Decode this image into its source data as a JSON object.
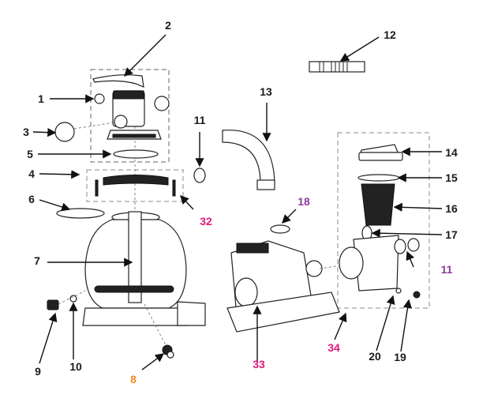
{
  "title": "Sand filter pump exploded parts diagram",
  "colors": {
    "standard_label": "#1a1a1a",
    "assembly_label": "#e0197d",
    "optional_label": "#8e3a9d",
    "highlight_label": "#f28c1e"
  },
  "labels": [
    {
      "id": "p1",
      "text": "1",
      "color": "#1a1a1a"
    },
    {
      "id": "p2",
      "text": "2",
      "color": "#1a1a1a"
    },
    {
      "id": "p3",
      "text": "3",
      "color": "#1a1a1a"
    },
    {
      "id": "p4",
      "text": "4",
      "color": "#1a1a1a"
    },
    {
      "id": "p5",
      "text": "5",
      "color": "#1a1a1a"
    },
    {
      "id": "p6",
      "text": "6",
      "color": "#1a1a1a"
    },
    {
      "id": "p7",
      "text": "7",
      "color": "#1a1a1a"
    },
    {
      "id": "p8",
      "text": "8",
      "color": "#f28c1e"
    },
    {
      "id": "p9",
      "text": "9",
      "color": "#1a1a1a"
    },
    {
      "id": "p10",
      "text": "10",
      "color": "#1a1a1a"
    },
    {
      "id": "p11a",
      "text": "11",
      "color": "#1a1a1a"
    },
    {
      "id": "p11b",
      "text": "11",
      "color": "#8e3a9d"
    },
    {
      "id": "p12",
      "text": "12",
      "color": "#1a1a1a"
    },
    {
      "id": "p13",
      "text": "13",
      "color": "#1a1a1a"
    },
    {
      "id": "p14",
      "text": "14",
      "color": "#1a1a1a"
    },
    {
      "id": "p15",
      "text": "15",
      "color": "#1a1a1a"
    },
    {
      "id": "p16",
      "text": "16",
      "color": "#1a1a1a"
    },
    {
      "id": "p17",
      "text": "17",
      "color": "#1a1a1a"
    },
    {
      "id": "p18",
      "text": "18",
      "color": "#8e3a9d"
    },
    {
      "id": "p19",
      "text": "19",
      "color": "#1a1a1a"
    },
    {
      "id": "p20",
      "text": "20",
      "color": "#1a1a1a"
    },
    {
      "id": "p32",
      "text": "32",
      "color": "#e0197d"
    },
    {
      "id": "p33",
      "text": "33",
      "color": "#e0197d"
    },
    {
      "id": "p34",
      "text": "34",
      "color": "#e0197d"
    }
  ]
}
